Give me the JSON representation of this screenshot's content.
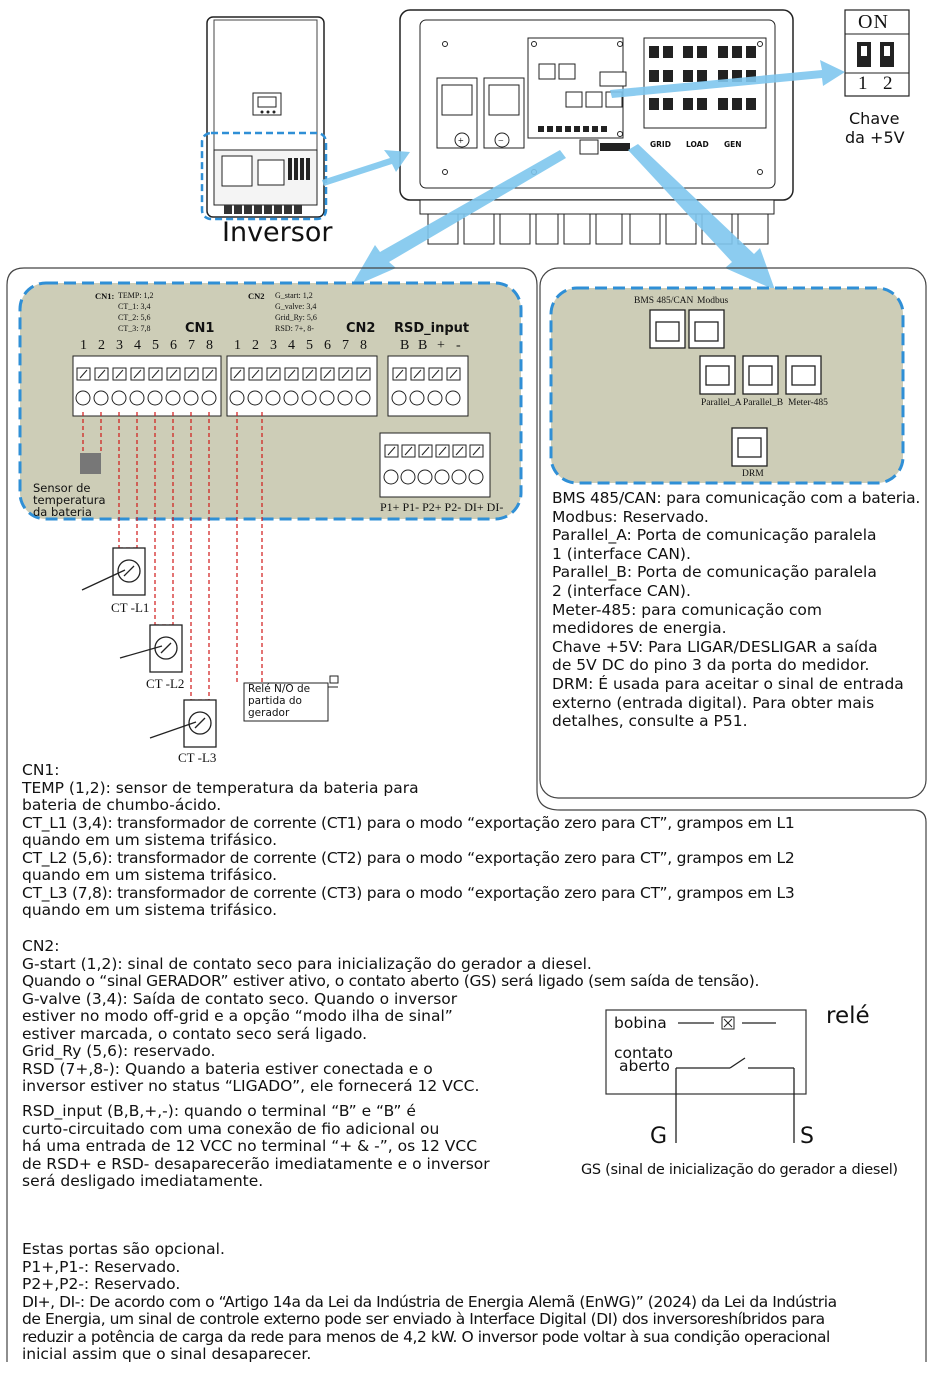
{
  "top": {
    "inverter_label": "Inversor",
    "switch_on": "ON",
    "switch_num1": "1",
    "switch_num2": "2",
    "switch_caption": [
      "Chave",
      "da +5V"
    ],
    "terminal_labels": [
      "GRID",
      "LOAD",
      "GEN"
    ]
  },
  "left_panel": {
    "cn1_notes": [
      "TEMP: 1,2",
      "CT_1: 3,4",
      "CT_2: 5,6",
      "CT_3: 7,8"
    ],
    "cn1_notes_head": "CN1:",
    "cn2_notes_head": "CN2",
    "cn2_notes": [
      "G_start: 1,2",
      "G_valve: 3,4",
      "Grid_Ry: 5,6",
      "RSD: 7+, 8-"
    ],
    "cn1_title": "CN1",
    "cn2_title": "CN2",
    "rsd_title": "RSD_input",
    "pins": [
      "1",
      "2",
      "3",
      "4",
      "5",
      "6",
      "7",
      "8"
    ],
    "rsd_pins": [
      "B",
      "B",
      "+",
      "-"
    ],
    "bottom_pins": "P1+ P1- P2+ P2- DI+ DI-",
    "sensor_label": [
      "Sensor de",
      "temperatura",
      "da bateria"
    ],
    "ct_labels": [
      "CT -L1",
      "CT -L2",
      "CT -L3"
    ],
    "relay_label": [
      "Relé N/O de",
      "partida do",
      "gerador"
    ]
  },
  "right_panel": {
    "port_labels": {
      "bms": "BMS 485/CAN",
      "modbus": "Modbus",
      "pa": "Parallel_A",
      "pb": "Parallel_B",
      "meter": "Meter-485",
      "drm": "DRM"
    },
    "lines": [
      "BMS 485/CAN: para comunicação com a bateria.",
      "Modbus: Reservado.",
      "Parallel_A: Porta de comunicação paralela",
      "1 (interface CAN).",
      "Parallel_B: Porta de comunicação paralela",
      "2 (interface CAN).",
      "Meter-485: para comunicação com",
      "medidores de energia.",
      "Chave +5V: Para LIGAR/DESLIGAR a saída",
      "de 5V DC do pino 3 da porta do medidor.",
      "DRM: É usada para aceitar o sinal de entrada",
      "externo (entrada digital). Para obter mais",
      "detalhes, consulte a P51."
    ]
  },
  "cn1_section": {
    "lines": [
      "CN1:",
      "TEMP (1,2): sensor de temperatura da bateria para",
      "bateria de chumbo-ácido.",
      "CT_L1 (3,4): transformador de corrente (CT1) para o modo “exportação zero para CT”, grampos em L1",
      "quando em um sistema trifásico.",
      "CT_L2 (5,6): transformador de corrente (CT2) para o modo “exportação zero para CT”, grampos em L2",
      "quando em um sistema trifásico.",
      "CT_L3 (7,8): transformador de corrente (CT3) para o modo “exportação zero para CT”, grampos em L3",
      "quando em um sistema trifásico."
    ]
  },
  "cn2_section": {
    "lines": [
      "CN2:",
      "G-start (1,2): sinal de contato seco para inicialização do gerador a diesel.",
      "Quando o “sinal GERADOR” estiver ativo, o contato aberto (GS) será ligado (sem saída de tensão).",
      "G-valve (3,4): Saída de contato seco. Quando o inversor",
      "estiver no modo off-grid e a opção “modo ilha de sinal”",
      "estiver marcada, o contato seco será ligado.",
      "Grid_Ry (5,6): reservado.",
      "RSD (7+,8-): Quando a bateria estiver conectada e o",
      "inversor estiver no status “LIGADO”, ele fornecerá 12 VCC."
    ],
    "rsd_lines": [
      "RSD_input (B,B,+,-): quando o terminal “B” e “B” é",
      "curto-circuitado com uma conexão de fio adicional ou",
      "há uma entrada de 12 VCC no terminal “+ & -”, os 12 VCC",
      "de RSD+ e RSD- desaparecerão imediatamente e o inversor",
      "será desligado imediatamente."
    ],
    "optional_lines": [
      "Estas portas são opcional.",
      "P1+,P1-: Reservado.",
      "P2+,P2-: Reservado.",
      "DI+, DI-: De acordo com o “Artigo 14a da Lei da Indústria de Energia Alemã (EnWG)” (2024) da Lei da Indústria",
      "de Energia, um sinal de controle externo pode ser enviado à Interface Digital (DI) dos inversoreshíbridos para",
      "reduzir a potência de carga da rede para menos de 4,2 kW. O inversor pode voltar à sua condição operacional",
      "inicial assim que o sinal desaparecer."
    ]
  },
  "relay_diagram": {
    "coil": "bobina",
    "contact": [
      "contato",
      "aberto"
    ],
    "relay": "relé",
    "g": "G",
    "s": "S",
    "caption": "GS (sinal de inicialização do gerador a diesel)"
  }
}
